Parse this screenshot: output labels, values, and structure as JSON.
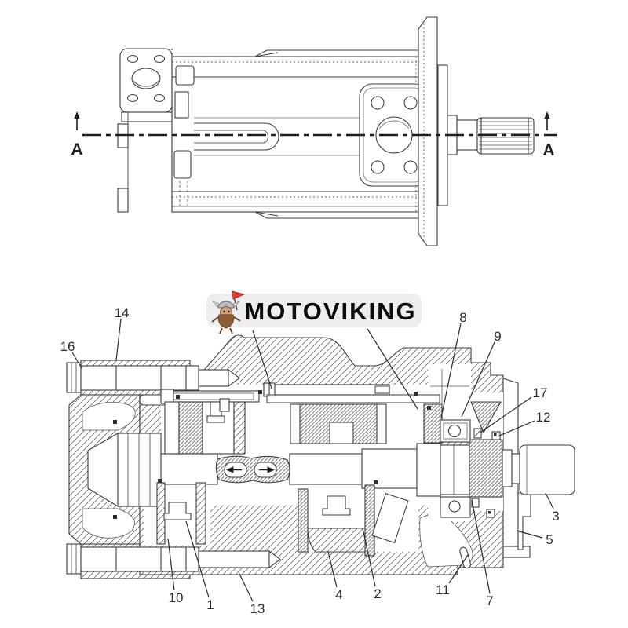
{
  "watermark": {
    "brand": "MOTOVIKING",
    "mascot_icon": "viking-mascot-icon"
  },
  "section_labels": {
    "left": "A",
    "right": "A"
  },
  "callouts": [
    {
      "label": "16"
    },
    {
      "label": "14"
    },
    {
      "label": "8"
    },
    {
      "label": "9"
    },
    {
      "label": "17"
    },
    {
      "label": "12"
    },
    {
      "label": "3"
    },
    {
      "label": "5"
    },
    {
      "label": "11"
    },
    {
      "label": "7"
    },
    {
      "label": "10"
    },
    {
      "label": "1"
    },
    {
      "label": "13"
    },
    {
      "label": "4"
    },
    {
      "label": "2"
    }
  ]
}
